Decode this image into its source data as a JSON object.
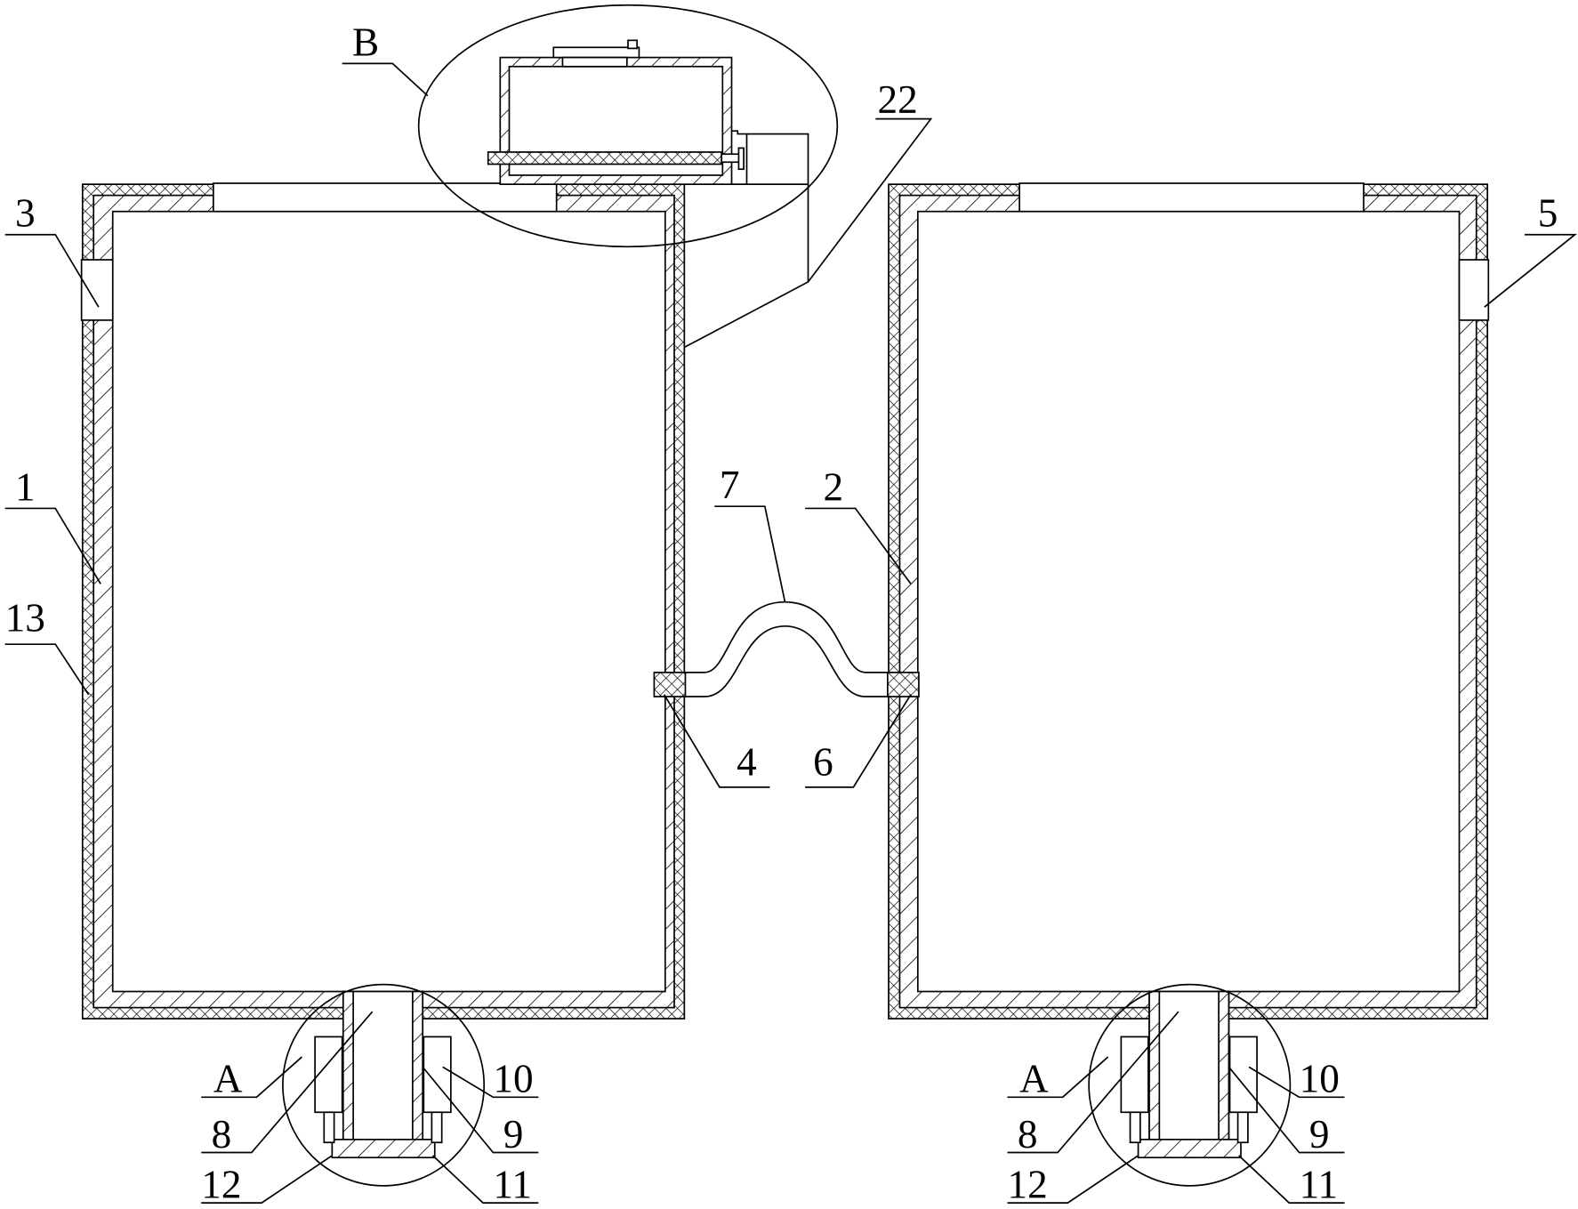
{
  "labels": {
    "detail_b": "B",
    "part_22": "22",
    "part_3": "3",
    "part_5": "5",
    "part_1": "1",
    "part_13": "13",
    "part_2": "2",
    "part_7": "7",
    "part_4": "4",
    "part_6": "6",
    "left": {
      "detail_a": "A",
      "part_8": "8",
      "part_12": "12",
      "part_10": "10",
      "part_9": "9",
      "part_11": "11"
    },
    "right": {
      "detail_a": "A",
      "part_8": "8",
      "part_12": "12",
      "part_10": "10",
      "part_9": "9",
      "part_11": "11"
    }
  },
  "colors": {
    "line": "#000000",
    "background": "#ffffff"
  }
}
